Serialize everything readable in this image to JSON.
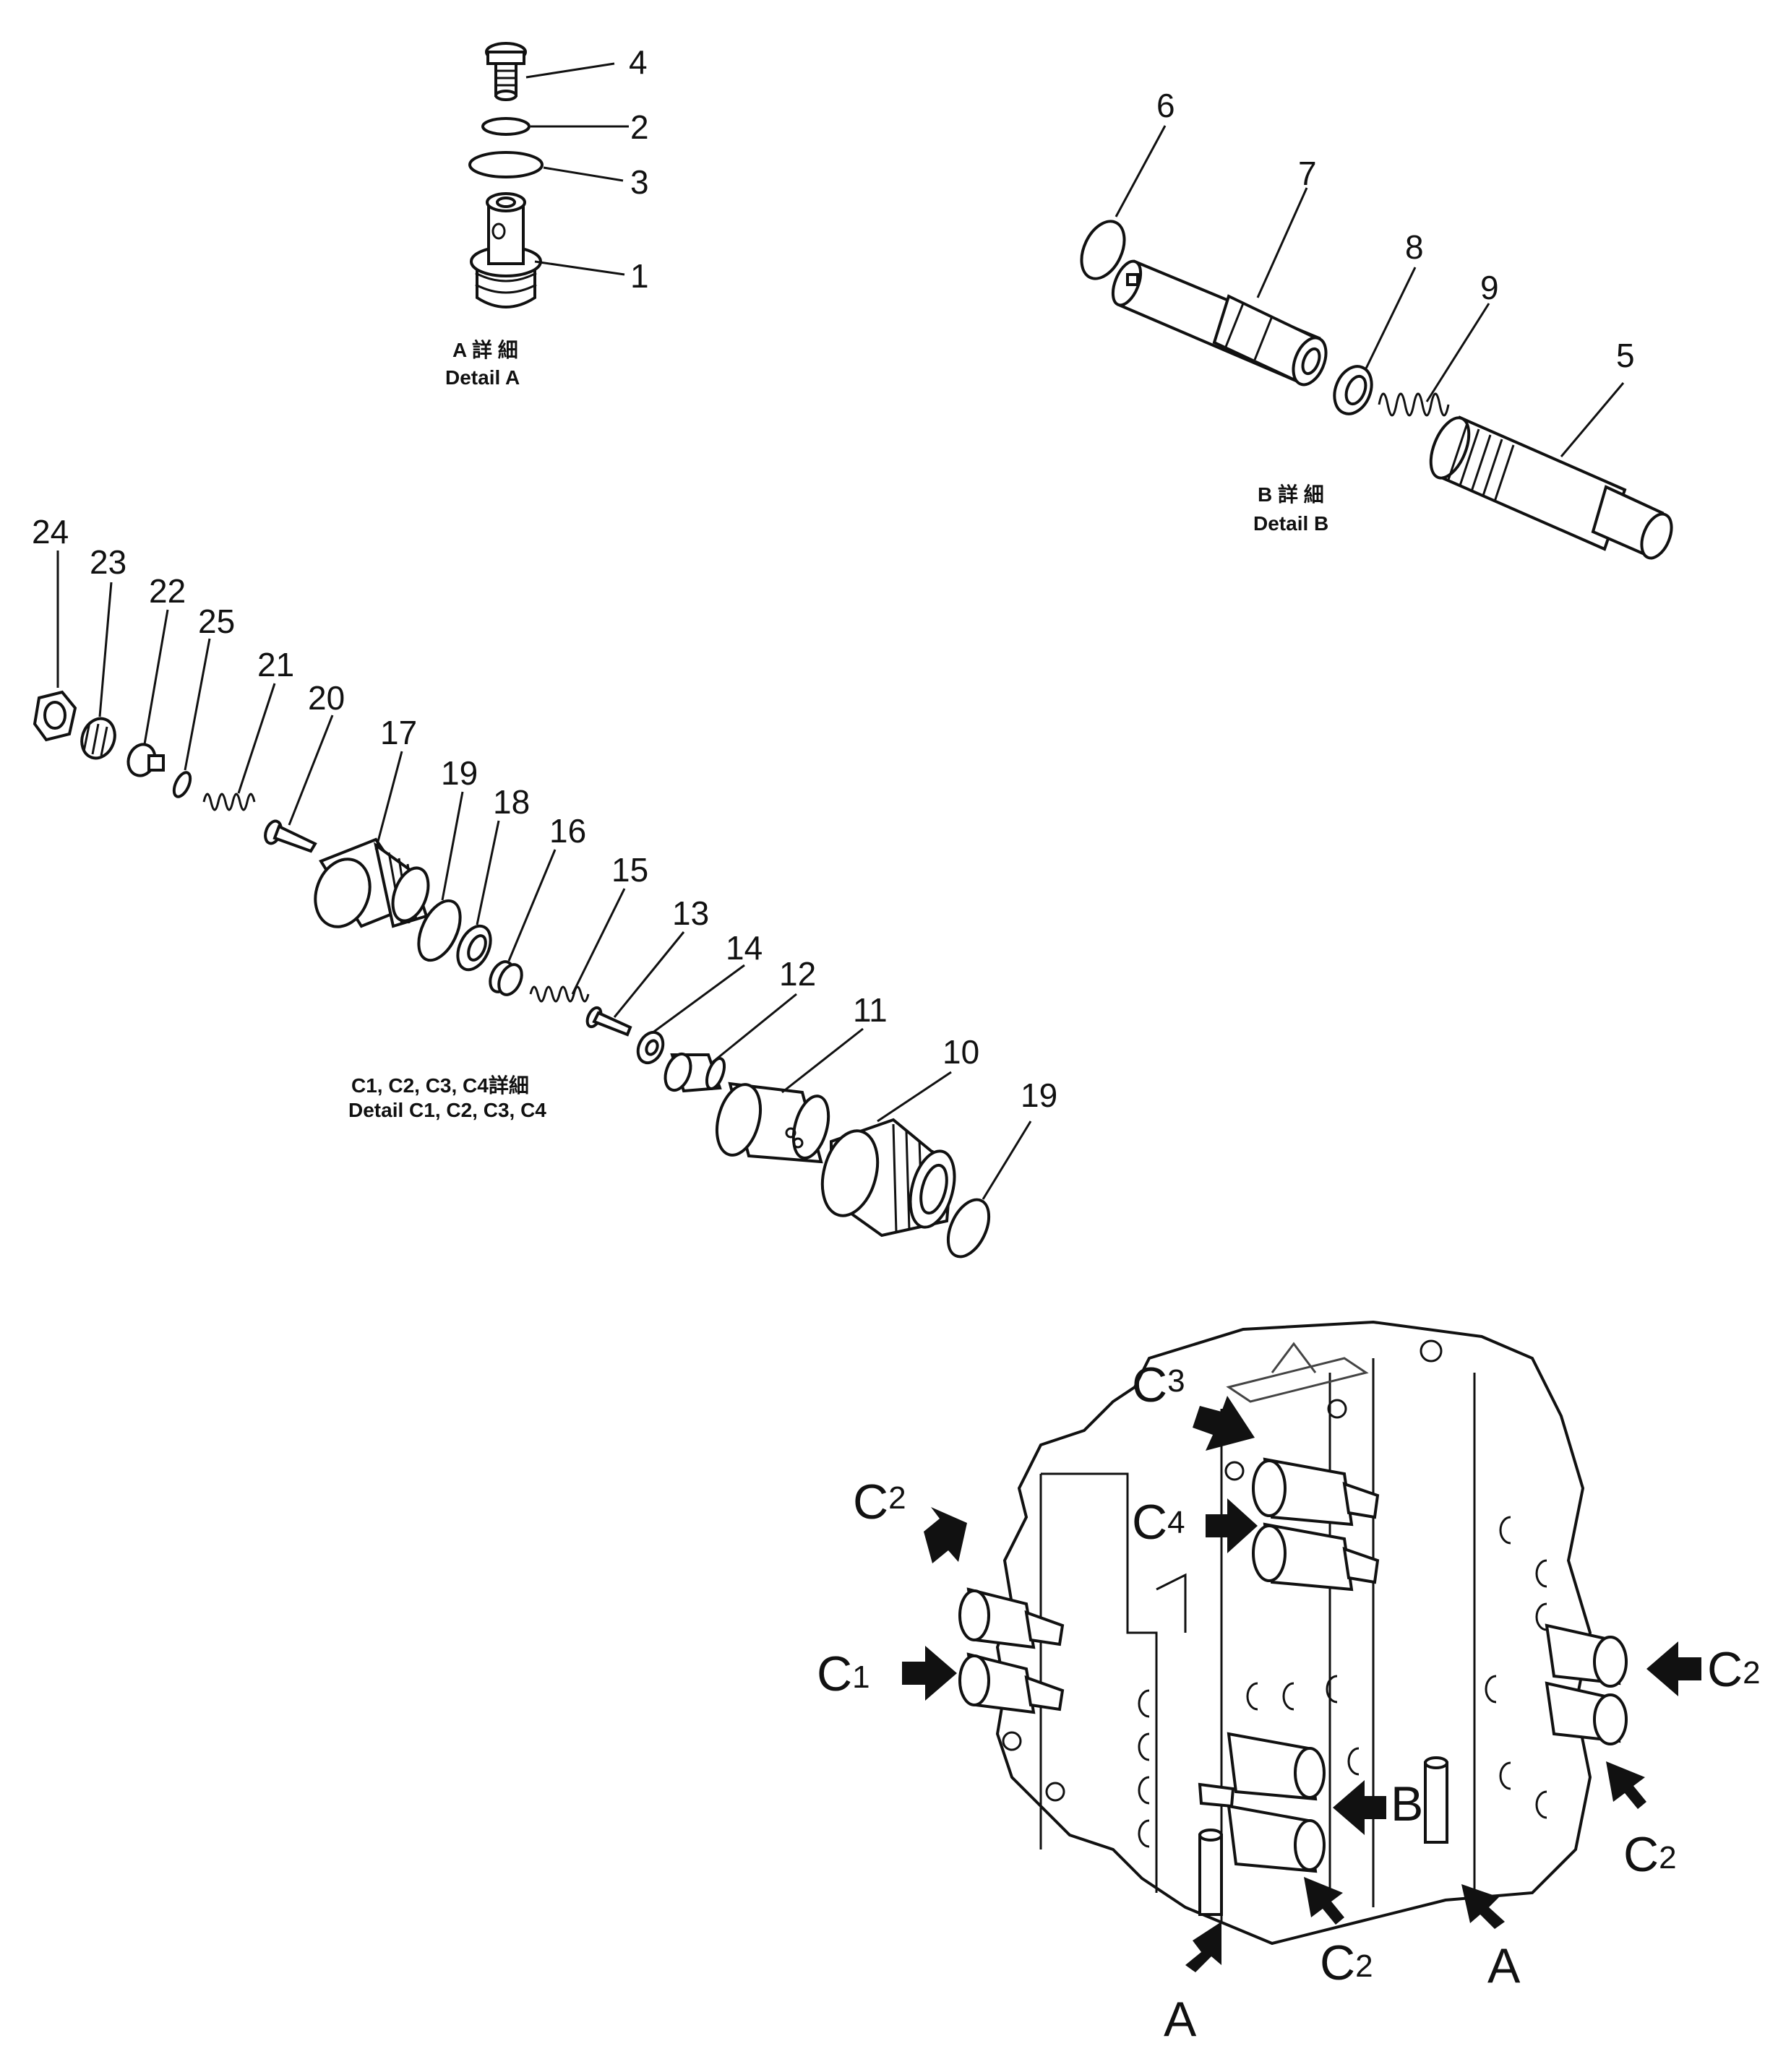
{
  "details": {
    "a": {
      "title_ja": "A 詳 細",
      "title_en": "Detail  A"
    },
    "b": {
      "title_ja": "B 詳 細",
      "title_en": "Detail  B"
    },
    "c": {
      "title_ja": "C1, C2, C3, C4詳細",
      "title_en": "Detail  C1, C2, C3, C4"
    }
  },
  "part_numbers": {
    "p1": "1",
    "p2": "2",
    "p3": "3",
    "p4": "4",
    "p5": "5",
    "p6": "6",
    "p7": "7",
    "p8": "8",
    "p9": "9",
    "p10": "10",
    "p11": "11",
    "p12": "12",
    "p13": "13",
    "p14": "14",
    "p15": "15",
    "p16": "16",
    "p17": "17",
    "p18": "18",
    "p19a": "19",
    "p19b": "19",
    "p20": "20",
    "p21": "21",
    "p22": "22",
    "p23": "23",
    "p24": "24",
    "p25": "25"
  },
  "location_labels": {
    "c3": {
      "letter": "C",
      "sub": "3"
    },
    "c4": {
      "letter": "C",
      "sub": "4"
    },
    "c2_left": {
      "letter": "C",
      "sub": "2"
    },
    "c1": {
      "letter": "C",
      "sub": "1"
    },
    "c2_right_top": {
      "letter": "C",
      "sub": "2"
    },
    "c2_right_bottom": {
      "letter": "C",
      "sub": "2"
    },
    "c2_bottom": {
      "letter": "C",
      "sub": "2"
    },
    "b": {
      "letter": "B"
    },
    "a_left": {
      "letter": "A"
    },
    "a_right": {
      "letter": "A"
    }
  }
}
